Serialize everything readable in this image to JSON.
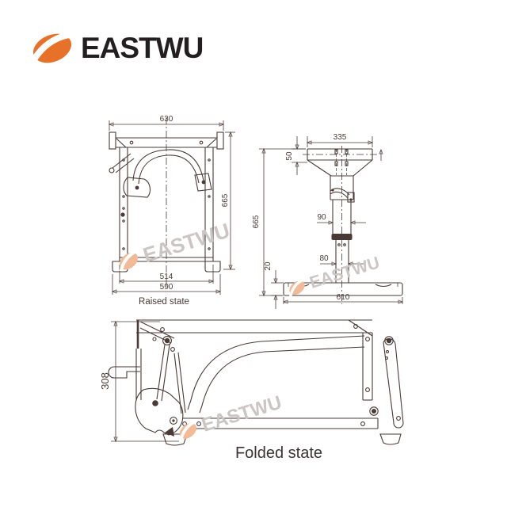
{
  "brand": {
    "logo_text": "EASTWU",
    "orange": "#E8712A",
    "black": "#231F20"
  },
  "watermark": {
    "text": "EASTWU",
    "gray": "#CBC5C3",
    "orange": "#F2BA97"
  },
  "drawing": {
    "line_color": "#4A3A35",
    "raised": {
      "label": "Raised state",
      "top_width": "630",
      "height": "665",
      "inner_width": "514",
      "outer_width": "590"
    },
    "side": {
      "plate_width": "335",
      "plate_height": "50",
      "height": "665",
      "upper_column": "90",
      "lower_column": "80",
      "base_thickness": "20",
      "base_width": "610"
    },
    "folded": {
      "label": "Folded state",
      "height": "308"
    }
  }
}
